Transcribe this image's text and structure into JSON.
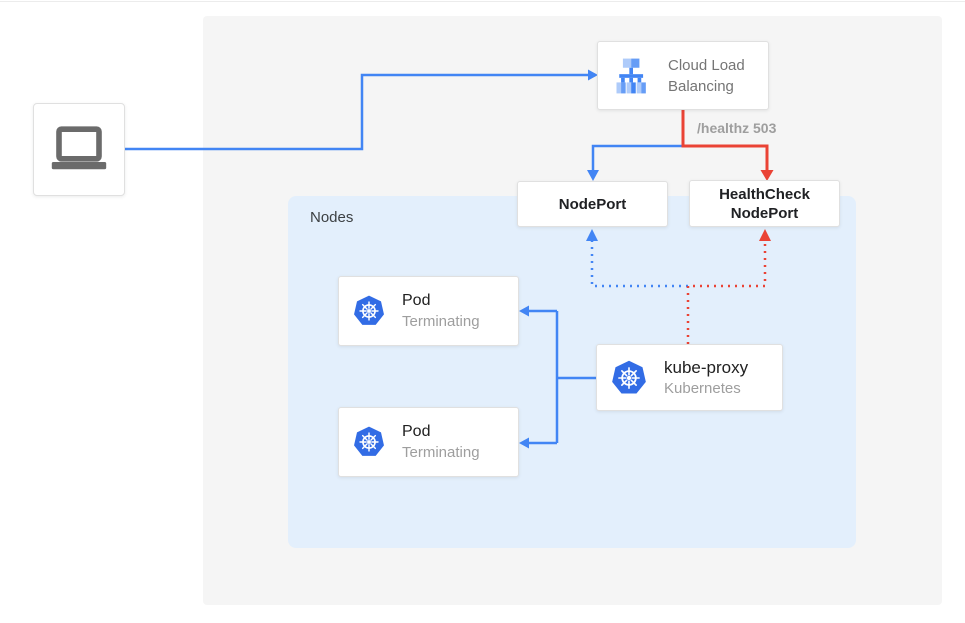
{
  "colors": {
    "blue": "#4285f4",
    "red": "#ea4335",
    "panel-gray": "#f5f5f5",
    "nodes-blue": "#e3effc",
    "box-border": "#e0e0e0",
    "text-dark": "#212121",
    "text-bold-dark": "#202124",
    "text-gray": "#757575",
    "text-muted": "#9e9e9e",
    "k8s-blue": "#326ce5",
    "laptop-gray": "#6b6b6b"
  },
  "icons": {
    "client": "laptop-icon",
    "cloud_lb": "cloud-load-balancing-icon",
    "pod": "kubernetes-icon",
    "kube_proxy": "kubernetes-icon"
  },
  "diagram": {
    "cloud_lb": {
      "label": "Cloud Load Balancing"
    },
    "healthz_label": "/healthz 503",
    "nodeport": {
      "label": "NodePort"
    },
    "healthcheck_nodeport": {
      "label": "HealthCheck NodePort"
    },
    "nodes_group": {
      "label": "Nodes"
    },
    "pods": [
      {
        "title": "Pod",
        "subtitle": "Terminating"
      },
      {
        "title": "Pod",
        "subtitle": "Terminating"
      }
    ],
    "kube_proxy": {
      "title": "kube-proxy",
      "subtitle": "Kubernetes"
    }
  }
}
